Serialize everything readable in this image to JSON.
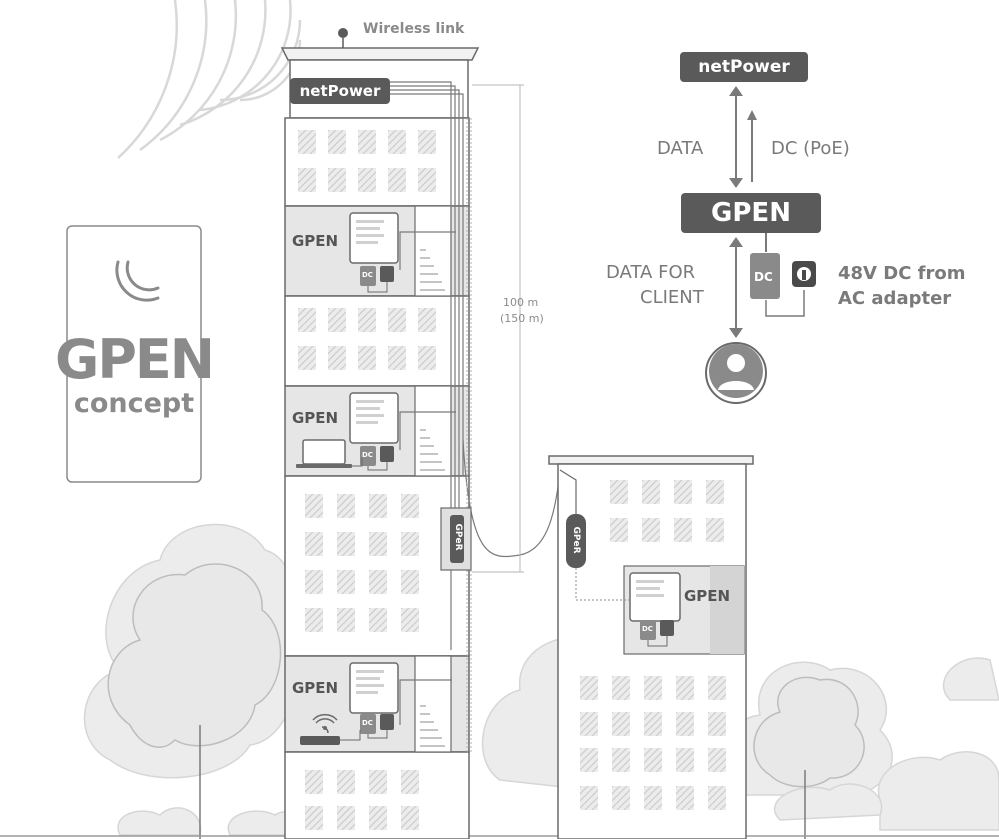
{
  "labels": {
    "wireless_link": "Wireless link",
    "netpower": "netPower",
    "gpen": "GPEN",
    "gper": "GPeR",
    "dc": "DC",
    "distance_line1": "100 m",
    "distance_line2": "(150 m)"
  },
  "concept_card": {
    "title": "GPEN",
    "subtitle": "concept"
  },
  "legend": {
    "netpower": "netPower",
    "data": "DATA",
    "dc_poe": "DC (PoE)",
    "gpen": "GPEN",
    "data_for_client_line1": "DATA FOR",
    "data_for_client_line2": "CLIENT",
    "dc": "DC",
    "power_line1": "48V DC from",
    "power_line2": "AC adapter"
  },
  "colors": {
    "dark": "#5a5a5a",
    "mid": "#8a8a8a",
    "light": "#e8e8e8",
    "hatch": "#c8c8c8",
    "tree": "#e6e6e6"
  },
  "icons": [
    "wireless-signal-icon",
    "mikrotik-logo-icon",
    "dc-adapter-icon",
    "power-plug-icon",
    "user-avatar-icon",
    "laptop-icon",
    "router-wifi-icon"
  ]
}
